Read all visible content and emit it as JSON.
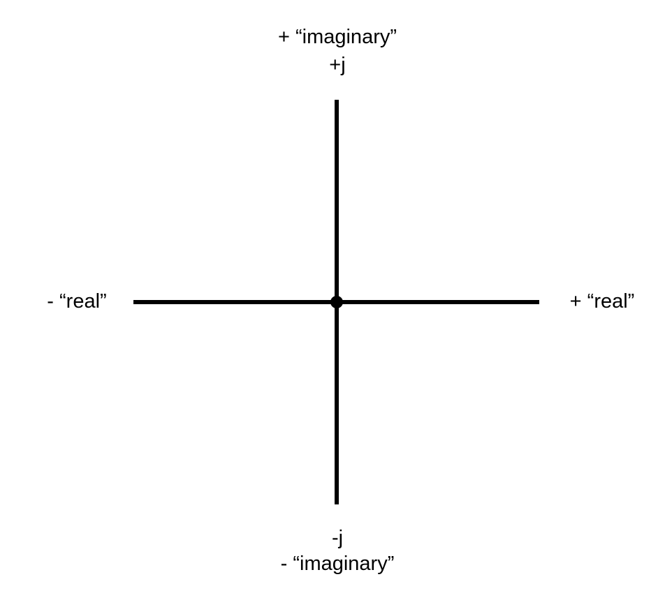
{
  "diagram": {
    "labels": {
      "top_line1": "+ “imaginary”",
      "top_line2": "+j",
      "bottom_line1": "-j",
      "bottom_line2": "- “imaginary”",
      "left": "- “real”",
      "right": "+ “real”"
    },
    "colors": {
      "axis": "#000000",
      "background": "#ffffff"
    }
  }
}
